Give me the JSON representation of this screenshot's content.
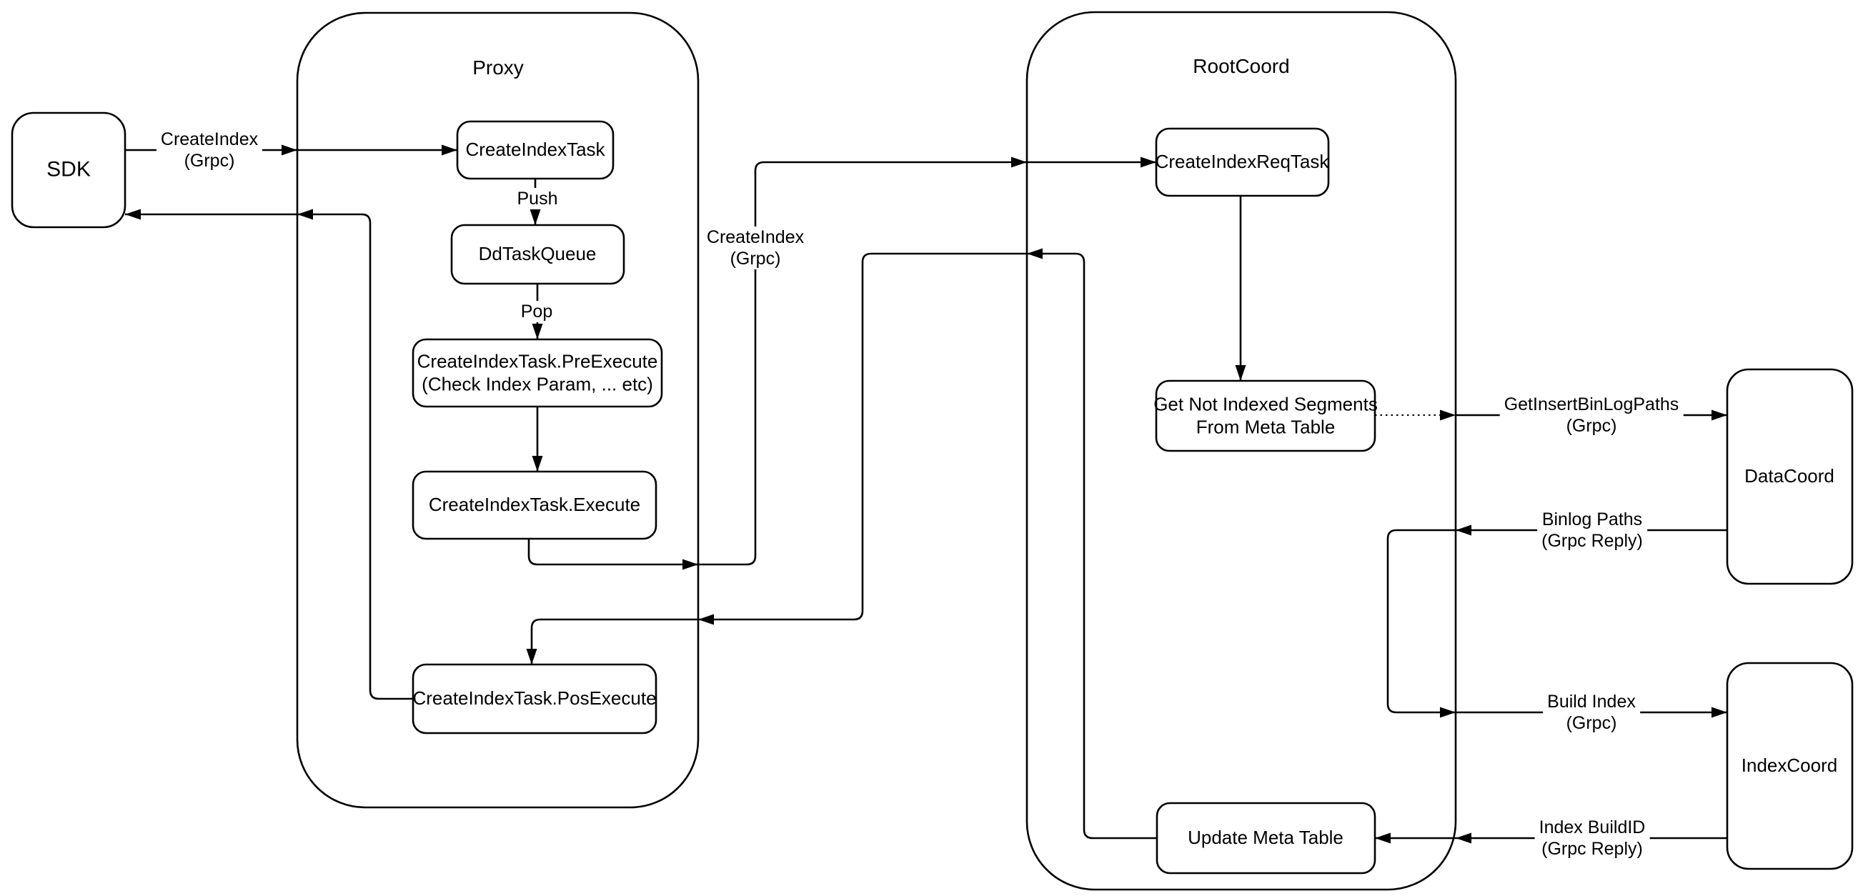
{
  "diagram": {
    "containers": {
      "proxy": {
        "title": "Proxy"
      },
      "rootcoord": {
        "title": "RootCoord"
      }
    },
    "nodes": {
      "sdk": "SDK",
      "datacoord": "DataCoord",
      "indexcoord": "IndexCoord",
      "create_index_task": "CreateIndexTask",
      "dd_task_queue": "DdTaskQueue",
      "pre_execute": "CreateIndexTask.PreExecute\n(Check Index Param, ... etc)",
      "execute": "CreateIndexTask.Execute",
      "pos_execute": "CreateIndexTask.PosExecute",
      "create_index_req_task": "CreateIndexReqTask",
      "get_not_indexed": "Get Not Indexed Segments\nFrom Meta Table",
      "update_meta": "Update Meta Table"
    },
    "edge_labels": {
      "create_index_grpc_sdk": "CreateIndex\n(Grpc)",
      "create_index_grpc_root": "CreateIndex\n(Grpc)",
      "push": "Push",
      "pop": "Pop",
      "get_insert_binlog_paths": "GetInsertBinLogPaths\n(Grpc)",
      "binlog_paths_reply": "Binlog Paths\n(Grpc Reply)",
      "build_index": "Build Index\n(Grpc)",
      "index_buildid_reply": "Index BuildID\n(Grpc Reply)"
    },
    "colors": {
      "stroke": "#000000",
      "background": "#ffffff",
      "text": "#000000"
    }
  }
}
